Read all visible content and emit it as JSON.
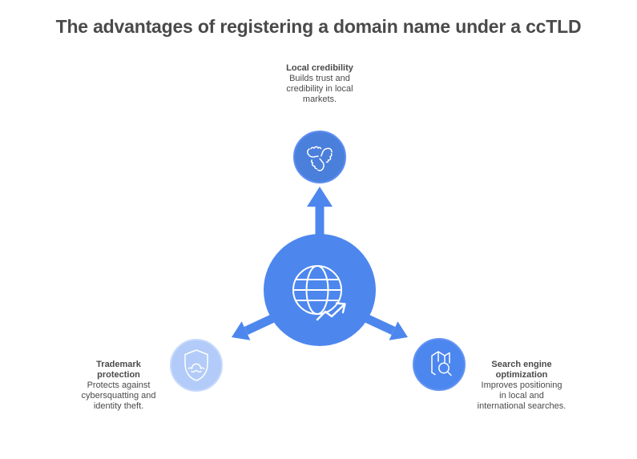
{
  "title": "The advantages of registering a domain name under a ccTLD",
  "colors": {
    "title_text": "#4a4a4a",
    "body_text": "#4a4a4a",
    "center_blue": "#4d87ee",
    "arrow_blue": "#4d87ee",
    "top_circle_fill": "#4a7fdb",
    "top_circle_border": "#5d8ef2",
    "left_circle_fill": "#b2cbf8",
    "left_circle_border": "#c8dafc",
    "right_circle_fill": "#4c86ef",
    "right_circle_border": "#6394f2",
    "icon_stroke": "#ffffff",
    "background": "#ffffff"
  },
  "center": {
    "icon": "globe-trend-icon"
  },
  "nodes": [
    {
      "position": "top",
      "icon": "hands-teamwork-icon",
      "title": "Local credibility",
      "description": "Builds trust and credibility in local markets."
    },
    {
      "position": "bottom-left",
      "icon": "shield-protection-icon",
      "title": "Trademark protection",
      "description": "Protects against cybersquatting and identity theft."
    },
    {
      "position": "bottom-right",
      "icon": "map-search-icon",
      "title": "Search engine optimization",
      "description": "Improves positioning in local and international searches."
    }
  ]
}
